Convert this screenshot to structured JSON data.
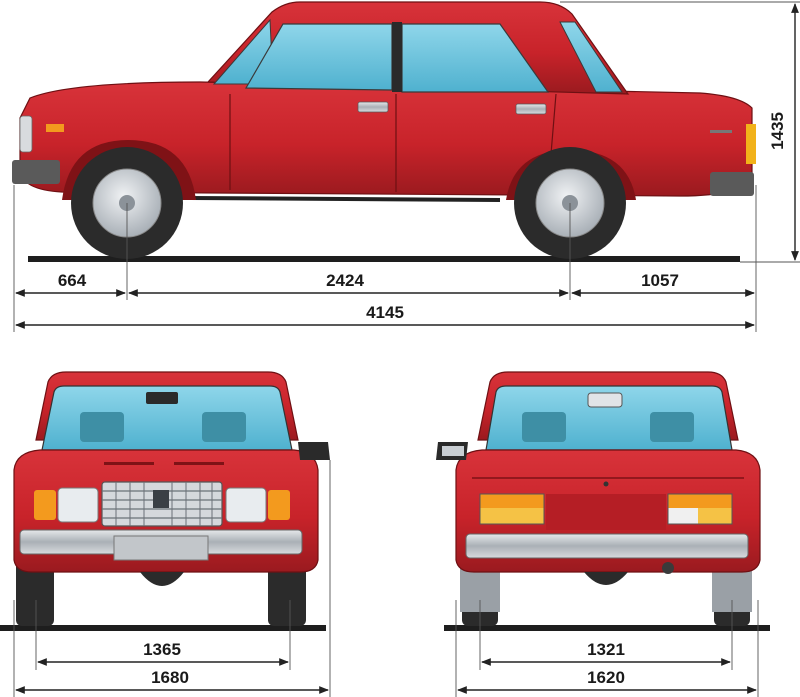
{
  "side_view": {
    "front_overhang": "664",
    "wheelbase": "2424",
    "rear_overhang": "1057",
    "overall_length": "4145",
    "height": "1435"
  },
  "front_view": {
    "track": "1365",
    "width": "1680"
  },
  "rear_view": {
    "track": "1321",
    "width": "1620"
  },
  "colors": {
    "body": "#c8232a",
    "body_shadow": "#8e1518",
    "glass": "#6cc3dd",
    "tire": "#2b2b2b",
    "rim": "#c9ced3",
    "chrome": "#b9bec4",
    "indicator": "#f39a1e"
  }
}
